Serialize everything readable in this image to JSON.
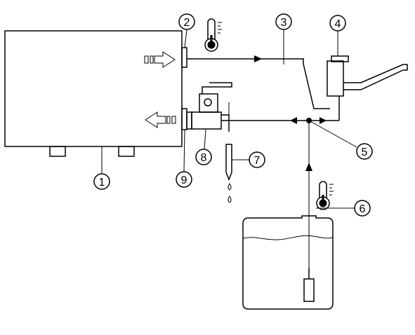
{
  "callouts": [
    "1",
    "2",
    "3",
    "4",
    "5",
    "6",
    "7",
    "8",
    "9"
  ],
  "colors": {
    "line": "#000000",
    "background": "#ffffff"
  },
  "icons": [
    "thermometer-icon",
    "thermometer-icon",
    "outlet-arrow-icon",
    "inlet-arrow-icon",
    "drip-icon"
  ]
}
